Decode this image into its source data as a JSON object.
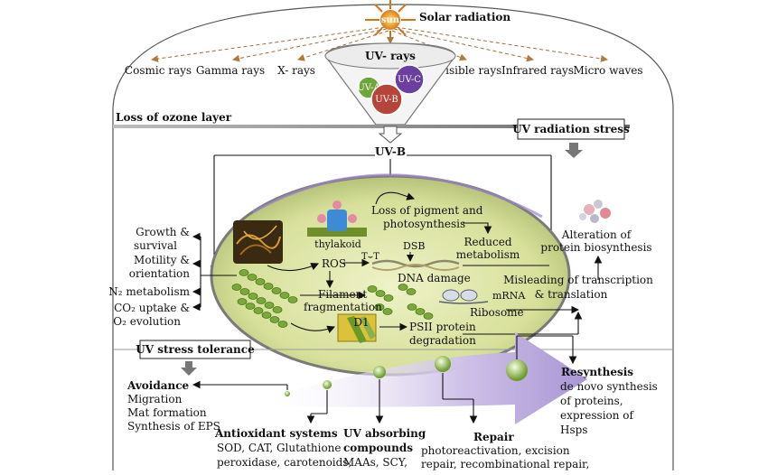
{
  "solar": {
    "sun_label": "sun",
    "title": "Solar radiation",
    "rays": [
      "Cosmic rays",
      "Gamma rays",
      "X- rays",
      "Visible rays",
      "Infrared rays",
      "Micro waves"
    ],
    "uv_funnel_title": "UV- rays",
    "uv_a": "UV-A",
    "uv_b": "UV-B",
    "uv_c": "UV-C"
  },
  "ozone": {
    "loss_label": "Loss of ozone layer",
    "stress_box": "UV radiation stress",
    "uvb_label": "UV-B"
  },
  "responses": {
    "growth": [
      "Growth &",
      "survival"
    ],
    "motility": [
      "Motility &",
      "orientation"
    ],
    "n2": "N₂ metabolism",
    "co2": [
      "CO₂ uptake &",
      "O₂ evolution"
    ]
  },
  "cell": {
    "thylakoid": "thylakoid",
    "ros": "ROS",
    "filament": [
      "Filament",
      "fragmentation"
    ],
    "pigment": [
      "Loss of pigment and",
      "photosynthesis"
    ],
    "reduced": [
      "Reduced",
      "metabolism"
    ],
    "dsb": "DSB",
    "tt": "T⌣T",
    "dna_damage": "DNA damage",
    "d1": "D1",
    "psii": [
      "PSII protein",
      "degradation"
    ],
    "ribosome": "Ribosome",
    "mrna": "mRNA"
  },
  "right": {
    "alteration": [
      "Alteration of",
      "protein biosynthesis"
    ],
    "misleading": [
      "Misleading of transcription",
      "& translation"
    ]
  },
  "tolerance": {
    "box": "UV stress tolerance",
    "avoidance_title": "Avoidance",
    "avoidance_items": [
      "Migration",
      "Mat formation",
      "Synthesis of EPS"
    ],
    "antioxidant_title": "Antioxidant systems",
    "antioxidant_lines": [
      "SOD, CAT, Glutathione",
      "peroxidase, carotenoids,"
    ],
    "uvabs_title": [
      "UV absorbing",
      "compounds"
    ],
    "uvabs_line": "MAAs, SCY,",
    "repair_title": "Repair",
    "repair_lines": [
      "photoreactivation,       excision",
      "repair, recombinational repair,"
    ],
    "resynthesis_title": "Resynthesis",
    "resynthesis_lines": [
      "de novo synthesis",
      "of proteins,",
      "expression of",
      "Hsps"
    ]
  },
  "colors": {
    "cell_fill": "#dfe6a8",
    "cell_rim": "#7a7a7a",
    "ozone_bar": "#9a9a9a",
    "arrow_band": "#b9a9d8",
    "pearl": "#8fbf3f"
  }
}
